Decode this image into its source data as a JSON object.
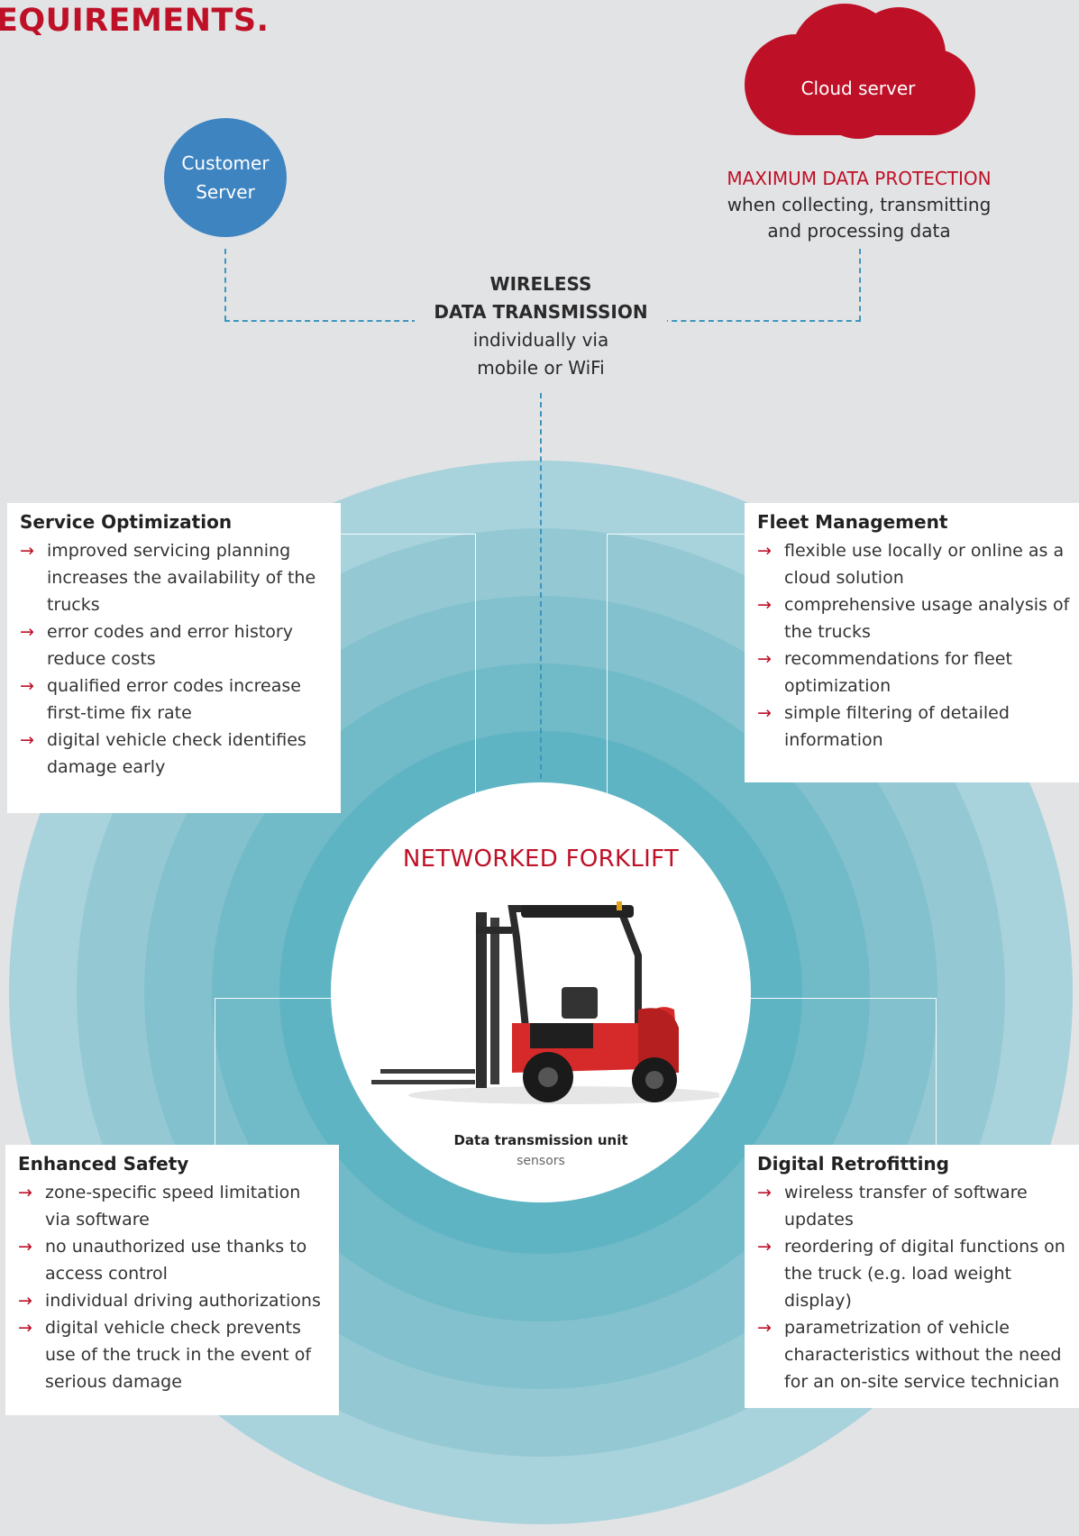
{
  "title": "EQUIREMENTS.",
  "customer_server": {
    "line1": "Customer",
    "line2": "Server"
  },
  "cloud": {
    "label": "Cloud server"
  },
  "protection": {
    "headline": "MAXIMUM DATA PROTECTION",
    "line1": "when collecting, transmitting",
    "line2": "and processing data"
  },
  "wireless": {
    "line1": "WIRELESS",
    "line2": "DATA TRANSMISSION",
    "line3": "individually via",
    "line4": "mobile or WiFi"
  },
  "center": {
    "title": "NETWORKED FORKLIFT",
    "unit": "Data transmission unit",
    "sensors": "sensors"
  },
  "cards": {
    "service": {
      "title": "Service Optimization",
      "items": [
        "improved servicing planning increases the availability of the trucks",
        "error codes and error history reduce costs",
        "qualified error codes increase first-time fix rate",
        "digital vehicle check identifies damage early"
      ]
    },
    "fleet": {
      "title": "Fleet Management",
      "items": [
        "flexible use locally or online as a cloud solution",
        "comprehensive usage analysis of the trucks",
        "recommendations for fleet optimization",
        "simple filtering of detailed information"
      ]
    },
    "safety": {
      "title": "Enhanced Safety",
      "items": [
        "zone-specific speed limitation via software",
        "no unauthorized use thanks to access control",
        "individual driving authorizations",
        "digital vehicle check prevents use of the truck in the event of serious damage"
      ]
    },
    "retrofit": {
      "title": "Digital Retrofitting",
      "items": [
        "wireless transfer of software updates",
        "reordering of digital functions on the truck (e.g. load weight display)",
        "parametrization of vehicle characteristics without the need for an on-site service technician"
      ]
    }
  },
  "arrow_glyph": "→",
  "colors": {
    "accent_red": "#be1127",
    "customer_blue": "#3e84c1",
    "ring_outer": "#a6d1da",
    "ring_inner": "#4fb1c2",
    "background": "#e2e3e5"
  }
}
